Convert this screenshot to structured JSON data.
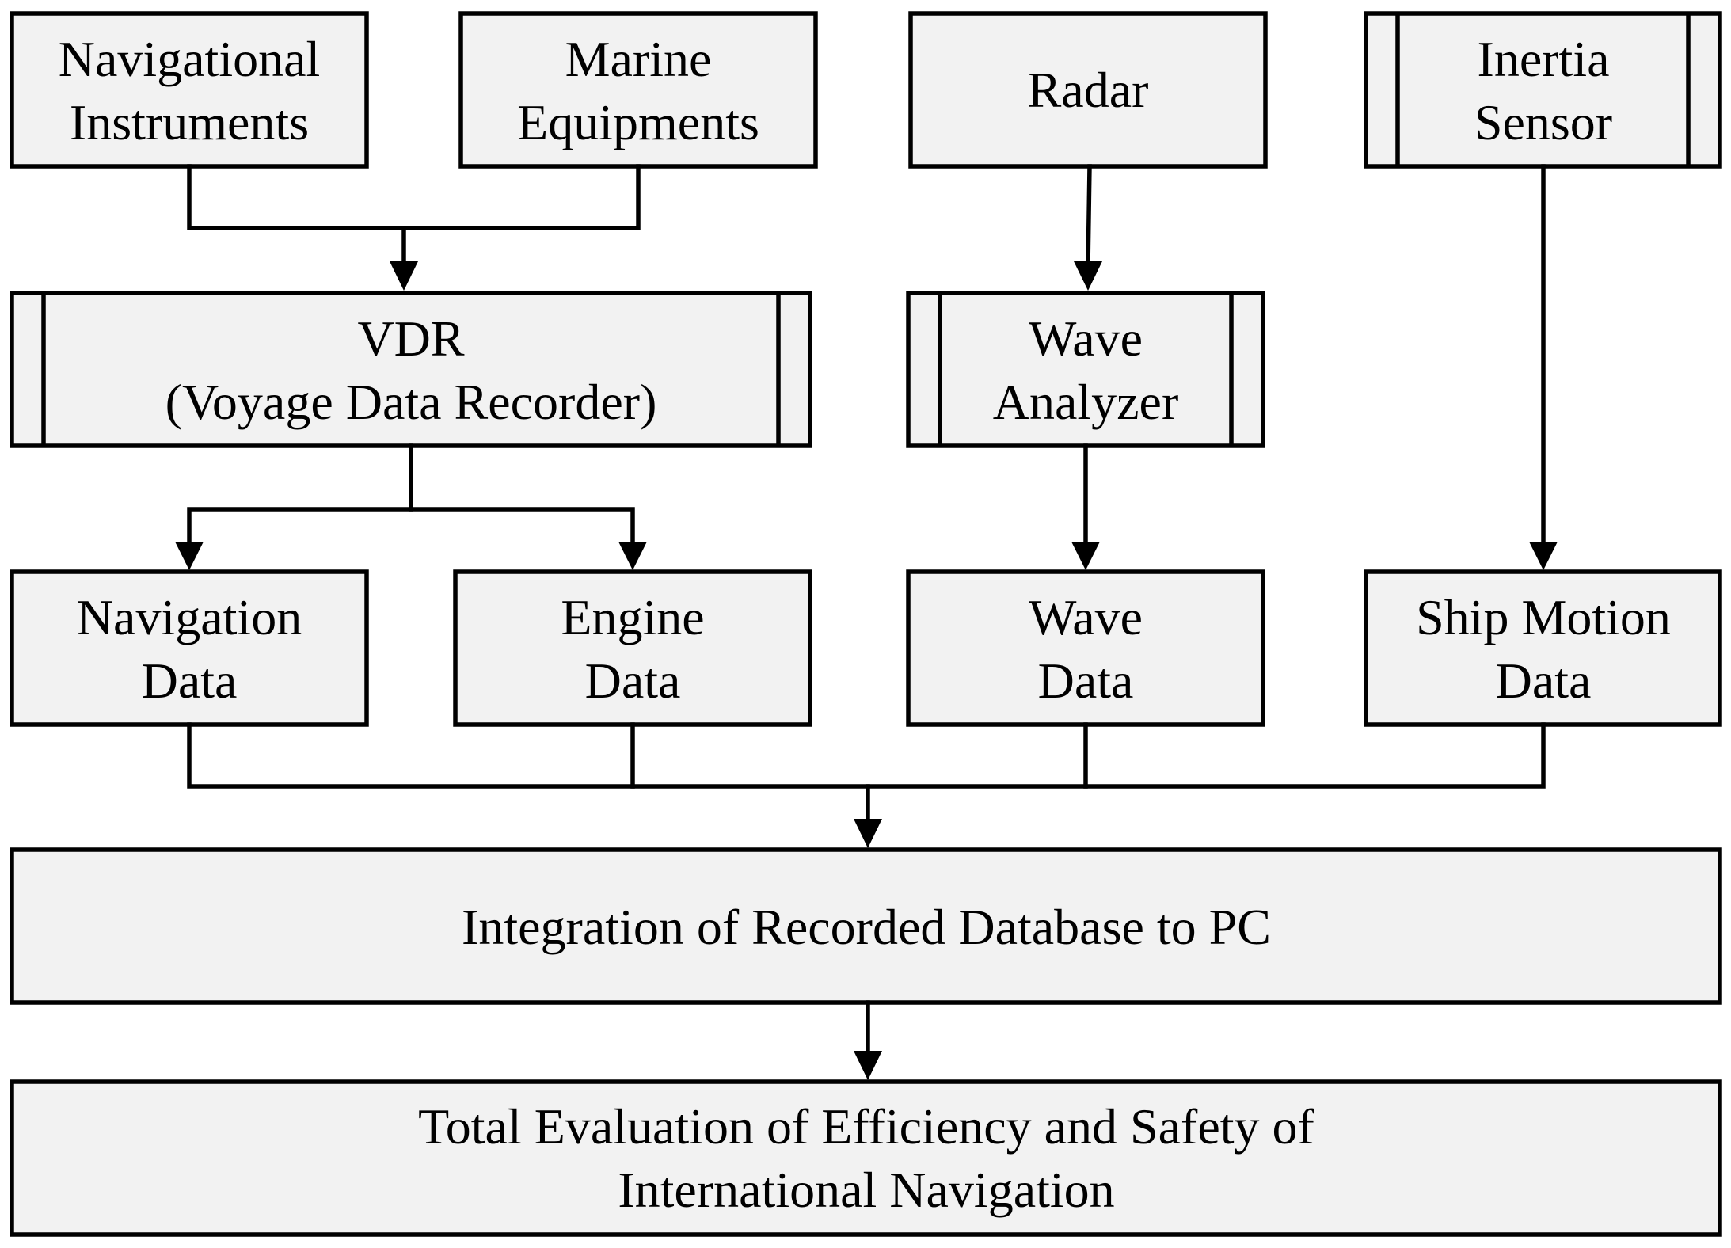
{
  "boxes": {
    "navigational_instruments": [
      "Navigational",
      "Instruments"
    ],
    "marine_equipments": [
      "Marine",
      "Equipments"
    ],
    "radar": [
      "Radar"
    ],
    "inertia_sensor": [
      "Inertia",
      "Sensor"
    ],
    "vdr": [
      "VDR",
      "(Voyage Data Recorder)"
    ],
    "wave_analyzer": [
      "Wave",
      "Analyzer"
    ],
    "navigation_data": [
      "Navigation",
      "Data"
    ],
    "engine_data": [
      "Engine",
      "Data"
    ],
    "wave_data": [
      "Wave",
      "Data"
    ],
    "ship_motion_data": [
      "Ship Motion",
      "Data"
    ],
    "integration": [
      "Integration of Recorded Database to PC"
    ],
    "total_evaluation": [
      "Total Evaluation of Efficiency and Safety of",
      "International Navigation"
    ]
  }
}
